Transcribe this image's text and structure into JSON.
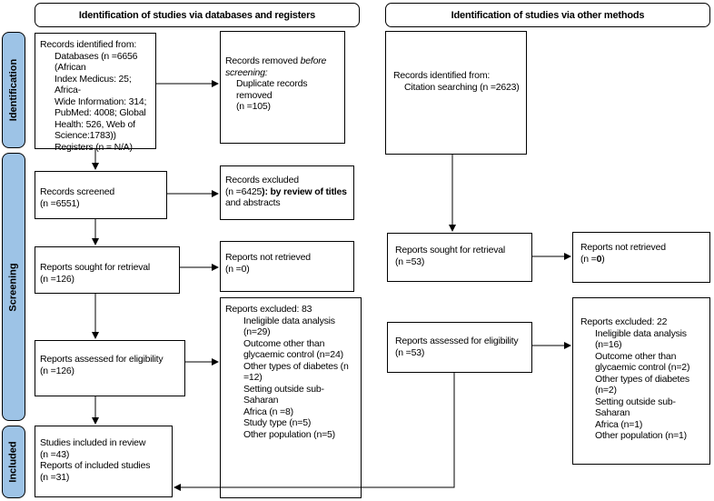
{
  "headers": {
    "databases": "Identification of studies via databases and registers",
    "other": "Identification of studies via other methods"
  },
  "phases": {
    "identification": "Identification",
    "screening": "Screening",
    "included": "Included"
  },
  "left": {
    "identified": {
      "l1": "Records identified from:",
      "l2": "Databases (n =6656 (African",
      "l3": "Index Medicus: 25; Africa-",
      "l4": "Wide Information: 314;",
      "l5": "PubMed: 4008; Global",
      "l6": "Health: 526, Web of",
      "l7": "Science:1783))",
      "l8": "Registers (n = N/A)"
    },
    "removed": {
      "l1a": "Records removed ",
      "l1b": "before",
      "l2": "screening:",
      "l3": "Duplicate records removed",
      "l4": "(n =105)"
    },
    "screened": {
      "l1": "Records screened",
      "l2": "(n =6551)"
    },
    "excluded": {
      "l1": "Records excluded",
      "l2a": "(n =6425",
      "l2b": "): by review of titles",
      "l3": "and abstracts"
    },
    "sought": {
      "l1": "Reports sought for retrieval",
      "l2": "(n =126)"
    },
    "not_retrieved": {
      "l1": "Reports not retrieved",
      "l2": "(n =0)"
    },
    "assessed": {
      "l1": "Reports assessed for eligibility",
      "l2": "(n =126)"
    },
    "reports_excluded": {
      "l1": "Reports excluded: 83",
      "l2": "Ineligible data analysis",
      "l3": "(n=29)",
      "l4": "Outcome other than",
      "l5": "glycaemic control (n=24)",
      "l6": "Other types of diabetes (n",
      "l7": "=12)",
      "l8": "Setting outside sub-Saharan",
      "l9": "Africa (n =8)",
      "l10": "Study type (n=5)",
      "l11": "Other population (n=5)"
    },
    "included": {
      "l1": "Studies included in review",
      "l2": "(n =43)",
      "l3": "Reports of included studies",
      "l4": "(n =31)"
    }
  },
  "right": {
    "identified": {
      "l1": "Records identified from:",
      "l2": "Citation searching (n =2623)"
    },
    "sought": {
      "l1": "Reports sought for retrieval",
      "l2": "(n =53)"
    },
    "not_retrieved": {
      "l1": "Reports not retrieved",
      "l2a": "(n =",
      "l2b": "0",
      "l2c": ")"
    },
    "assessed": {
      "l1": "Reports assessed for eligibility",
      "l2": "(n =53)"
    },
    "reports_excluded": {
      "l1": "Reports excluded: 22",
      "l2": "Ineligible data analysis",
      "l3": "(n=16)",
      "l4": "Outcome other than",
      "l5": "glycaemic control (n=2)",
      "l6": "Other types of diabetes (n=2)",
      "l7": "Setting outside sub-Saharan",
      "l8": "Africa (n=1)",
      "l9": "Other population (n=1)"
    }
  }
}
